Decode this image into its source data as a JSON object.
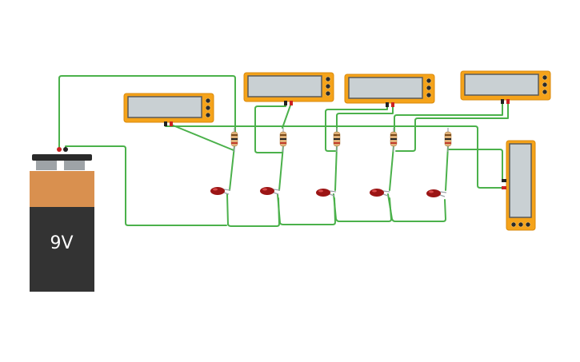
{
  "battery": {
    "label": "9V"
  },
  "colors": {
    "wire": "#4bb14b",
    "meter_body": "#f5a31a",
    "meter_screen": "#c9d0d3",
    "battery_top": "#d9904f",
    "battery_bottom": "#333333",
    "led": "#9b1515",
    "resistor": "#e0b27a"
  },
  "components": {
    "multimeters": 5,
    "resistors": 5,
    "leds": 5,
    "batteries": 1
  }
}
